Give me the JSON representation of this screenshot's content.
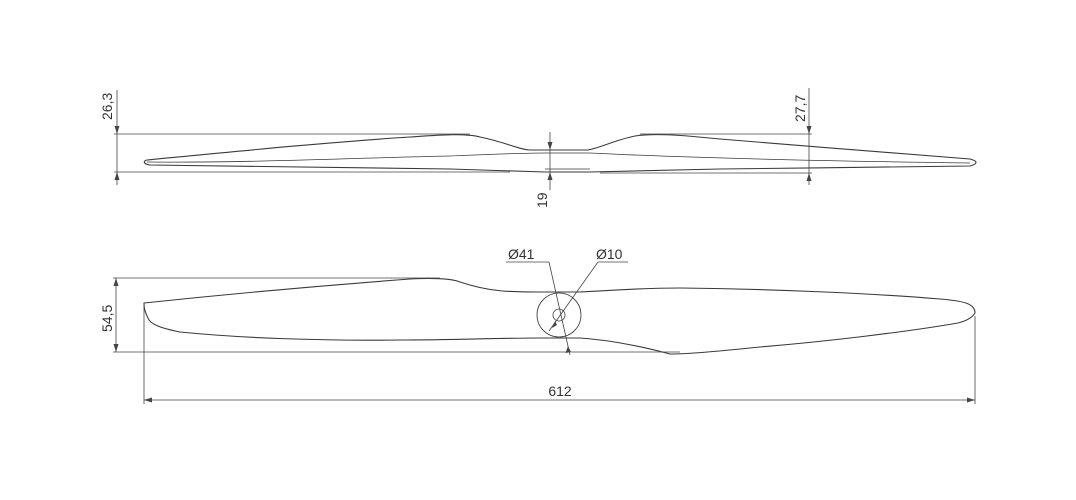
{
  "dimensions": {
    "hub_thickness_left": "26,3",
    "tip_thickness_right": "27,7",
    "hub_core": "19",
    "outer_diameter": "Ø41",
    "bore_diameter": "Ø10",
    "blade_width": "54,5",
    "overall_length": "612"
  }
}
